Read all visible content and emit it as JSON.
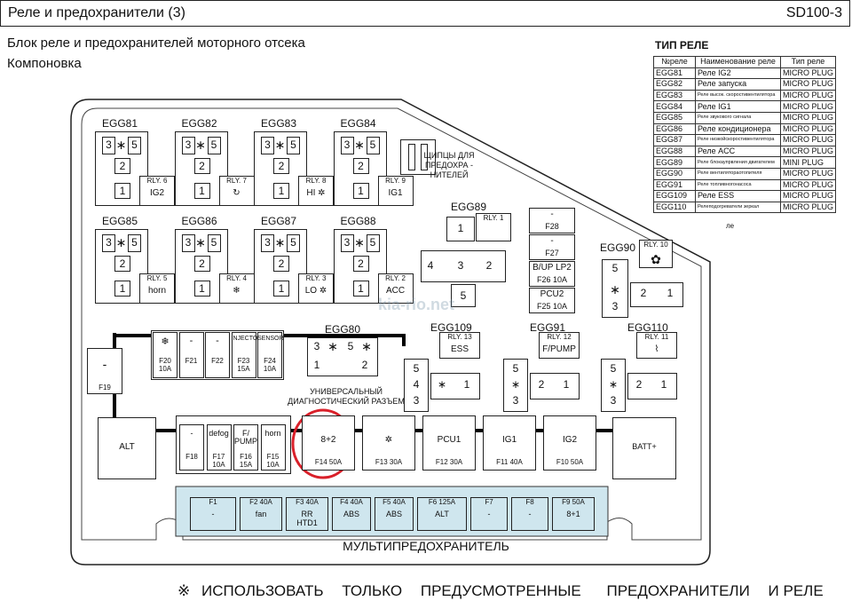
{
  "header": {
    "title": "Реле  и предохранители (3)",
    "code": "SD100-3"
  },
  "subtitle": {
    "line1": "Блок  реле  и предохранителей  моторного  отсека",
    "line2": "Компоновка"
  },
  "relay_table": {
    "title": "ТИП РЕЛЕ",
    "columns": [
      "№реле",
      "Наименование реле",
      "Тип реле"
    ],
    "rows": [
      [
        "EGG81",
        "Реле IG2",
        "MICRO PLUG"
      ],
      [
        "EGG82",
        "Реле запуска",
        "MICRO PLUG"
      ],
      [
        "EGG83",
        "Реле высок. скоростивентилятора",
        "MICRO PLUG"
      ],
      [
        "EGG84",
        "Реле IG1",
        "MICRO PLUG"
      ],
      [
        "EGG85",
        "Реле звукового сигнала",
        "MICRO PLUG"
      ],
      [
        "EGG86",
        "Реле кондиционера",
        "MICRO PLUG"
      ],
      [
        "EGG87",
        "Реле низкойскоростивентилятора",
        "MICRO PLUG"
      ],
      [
        "EGG88",
        "Реле ACC",
        "MICRO PLUG"
      ],
      [
        "EGG89",
        "Реле блокаупрвления двигателем",
        "MINI PLUG"
      ],
      [
        "EGG90",
        "Реле вентилятораотопителя",
        "MICRO PLUG"
      ],
      [
        "EGG91",
        "Реле топливногонасоса",
        "MICRO PLUG"
      ],
      [
        "EGG109",
        "Реле ESS",
        "MICRO PLUG"
      ],
      [
        "EGG110",
        "Релеподогреватели зеркал",
        "MICRO PLUG"
      ]
    ],
    "note": "ле"
  },
  "relays_top": [
    {
      "id": "EGG81",
      "rly": "RLY. 6",
      "sym": "IG2"
    },
    {
      "id": "EGG82",
      "rly": "RLY. 7",
      "sym": "↻"
    },
    {
      "id": "EGG83",
      "rly": "RLY. 8",
      "sym": "HI ✲"
    },
    {
      "id": "EGG84",
      "rly": "RLY. 9",
      "sym": "IG1"
    }
  ],
  "relays_mid": [
    {
      "id": "EGG85",
      "rly": "RLY. 5",
      "sym": "horn"
    },
    {
      "id": "EGG86",
      "rly": "RLY. 4",
      "sym": "❄"
    },
    {
      "id": "EGG87",
      "rly": "RLY. 3",
      "sym": "LO ✲"
    },
    {
      "id": "EGG88",
      "rly": "RLY. 2",
      "sym": "ACC"
    }
  ],
  "pins": {
    "p3": "3",
    "star": "∗",
    "p5": "5",
    "p2": "2",
    "p1": "1",
    "p4": "4"
  },
  "tweezers": "ЩИПЦЫ ДЛЯ ПРЕДОХРА - НИТЕЛЕЙ",
  "egg89": {
    "id": "EGG89",
    "rly": "RLY. 1"
  },
  "right_fuses": [
    {
      "label": "-",
      "code": "F28"
    },
    {
      "label": "-",
      "code": "F27"
    },
    {
      "label": "B/UP LP2",
      "code": "F26 10A"
    },
    {
      "label": "PCU2",
      "code": "F25 10A"
    }
  ],
  "egg90": {
    "id": "EGG90",
    "rly": "RLY. 10"
  },
  "egg80": {
    "id": "EGG80",
    "caption1": "УНИВЕРСАЛЬНЫЙ",
    "caption2": "ДИАГНОСТИЧЕСКИЙ  РАЗЪЕМ"
  },
  "egg109": {
    "id": "EGG109",
    "rly": "RLY. 13",
    "sym": "ESS"
  },
  "egg91": {
    "id": "EGG91",
    "rly": "RLY. 12",
    "sym": "F/PUMP"
  },
  "egg110": {
    "id": "EGG110",
    "rly": "RLY. 11"
  },
  "small_fuses_top": [
    {
      "label": "❄",
      "code": "F20\n10A"
    },
    {
      "label": "-",
      "code": "F21"
    },
    {
      "label": "-",
      "code": "F22"
    },
    {
      "label": "INJECTOR",
      "code": "F23\n15A"
    },
    {
      "label": "SENSOR",
      "code": "F24\n10A"
    }
  ],
  "f19": {
    "label": "-",
    "code": "F19"
  },
  "small_fuses_bottom": [
    {
      "label": "-",
      "code": "F18"
    },
    {
      "label": "defog",
      "code": "F17\n10A"
    },
    {
      "label": "F/\nPUMP",
      "code": "F16\n15A"
    },
    {
      "label": "horn",
      "code": "F15\n10A"
    }
  ],
  "big_fuses": [
    {
      "label": "8+2",
      "code": "F14 50A"
    },
    {
      "label": "✲",
      "code": "F13 30A"
    },
    {
      "label": "PCU1",
      "code": "F12 30A"
    },
    {
      "label": "IG1",
      "code": "F11 40A"
    },
    {
      "label": "IG2",
      "code": "F10 50A"
    }
  ],
  "alt": "ALT",
  "batt": "BATT+",
  "multifuse": {
    "title": "МУЛЬТИПРЕДОХРАНИТЕЛЬ",
    "cells": [
      {
        "code": "F1",
        "label": "-"
      },
      {
        "code": "F2 40A",
        "label": "fan"
      },
      {
        "code": "F3 40A",
        "label": "RR\nHTD1"
      },
      {
        "code": "F4 40A",
        "label": "ABS"
      },
      {
        "code": "F5 40A",
        "label": "ABS"
      },
      {
        "code": "F6 125A",
        "label": "ALT"
      },
      {
        "code": "F7",
        "label": "-"
      },
      {
        "code": "F8",
        "label": "-"
      },
      {
        "code": "F9 50A",
        "label": "8+1"
      }
    ]
  },
  "footer": [
    "※",
    "ИСПОЛЬЗОВАТЬ",
    "ТОЛЬКО",
    "ПРЕДУСМОТРЕННЫЕ",
    "ПРЕДОХРАНИТЕЛИ",
    "И РЕЛЕ"
  ],
  "watermark": "kia-rio.net",
  "colors": {
    "multifuse_fill": "#cfe6ee",
    "highlight": "#d9202a",
    "cable": "#000000"
  }
}
